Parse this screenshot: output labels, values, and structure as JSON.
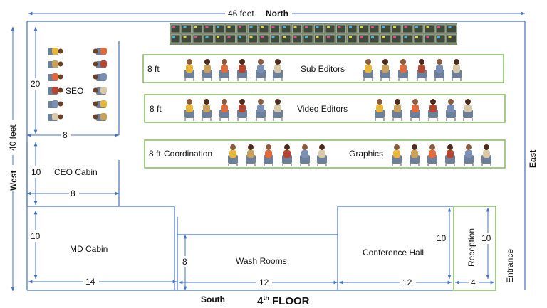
{
  "title": {
    "floor": "4",
    "sup": "th",
    "suffix": " FLOOR"
  },
  "compass": {
    "north": "North",
    "south": "South",
    "east": "East",
    "west": "West"
  },
  "dimensions": {
    "width_total": "46 feet",
    "height_total": "40 feet",
    "seo_height": "20",
    "seo_width": "8",
    "ceo_height": "10",
    "ceo_width": "8",
    "md_height": "10",
    "md_width": "14",
    "wash_height": "8",
    "wash_width": "12",
    "conf_height": "10",
    "conf_width": "12",
    "reception_height": "10",
    "reception_width": "4"
  },
  "rooms": {
    "seo": "SEO",
    "ceo_cabin": "CEO Cabin",
    "md_cabin": "MD Cabin",
    "wash_rooms": "Wash Rooms",
    "conference_hall": "Conference Hall",
    "reception": "Reception",
    "entrance": "Entrance"
  },
  "rows": [
    {
      "length": "8 ft",
      "left_team": "",
      "right_team": "Sub Editors"
    },
    {
      "length": "8 ft",
      "left_team": "",
      "right_team": "Video Editors"
    },
    {
      "length": "8 ft",
      "left_team": "Coordination",
      "right_team": "Graphics"
    }
  ],
  "colors": {
    "wall": "#4472c4",
    "row_border": "#70ad47",
    "chair": "#5b6e8a",
    "server_rack": "#6b7d5a"
  }
}
